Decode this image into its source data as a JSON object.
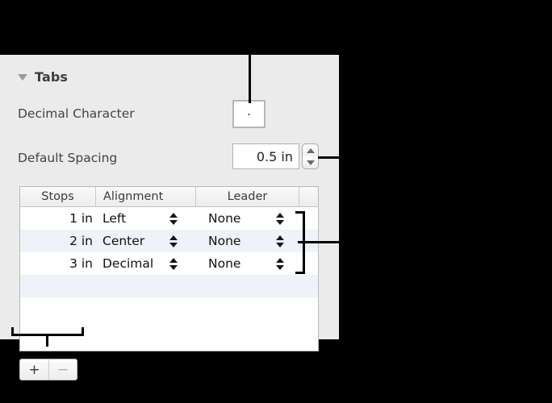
{
  "panel": {
    "section": {
      "title": "Tabs",
      "disclosure_icon": "triangle-down-icon",
      "expanded": true
    },
    "fields": [
      {
        "label": "Decimal Character",
        "value": "."
      },
      {
        "label": "Default Spacing",
        "value": "0.5 in",
        "stepper_up_icon": "triangle-up-icon",
        "stepper_down_icon": "triangle-down-icon"
      }
    ],
    "table": {
      "columns": [
        "Stops",
        "Alignment",
        "Leader",
        ""
      ],
      "rows": [
        {
          "stop": "1 in",
          "alignment": "Left",
          "leader": "None"
        },
        {
          "stop": "2 in",
          "alignment": "Center",
          "leader": "None"
        },
        {
          "stop": "3 in",
          "alignment": "Decimal",
          "leader": "None"
        }
      ],
      "stepper_up_icon": "triangle-up-icon",
      "stepper_down_icon": "triangle-down-icon"
    },
    "controls": {
      "add_label": "+",
      "remove_label": "−"
    },
    "colors": {
      "panel_background": "#ebebeb",
      "row_stripe": "#eff2f8",
      "row_plain": "#ffffff",
      "annotation": "#000000",
      "label_text": "#3f434a"
    }
  }
}
